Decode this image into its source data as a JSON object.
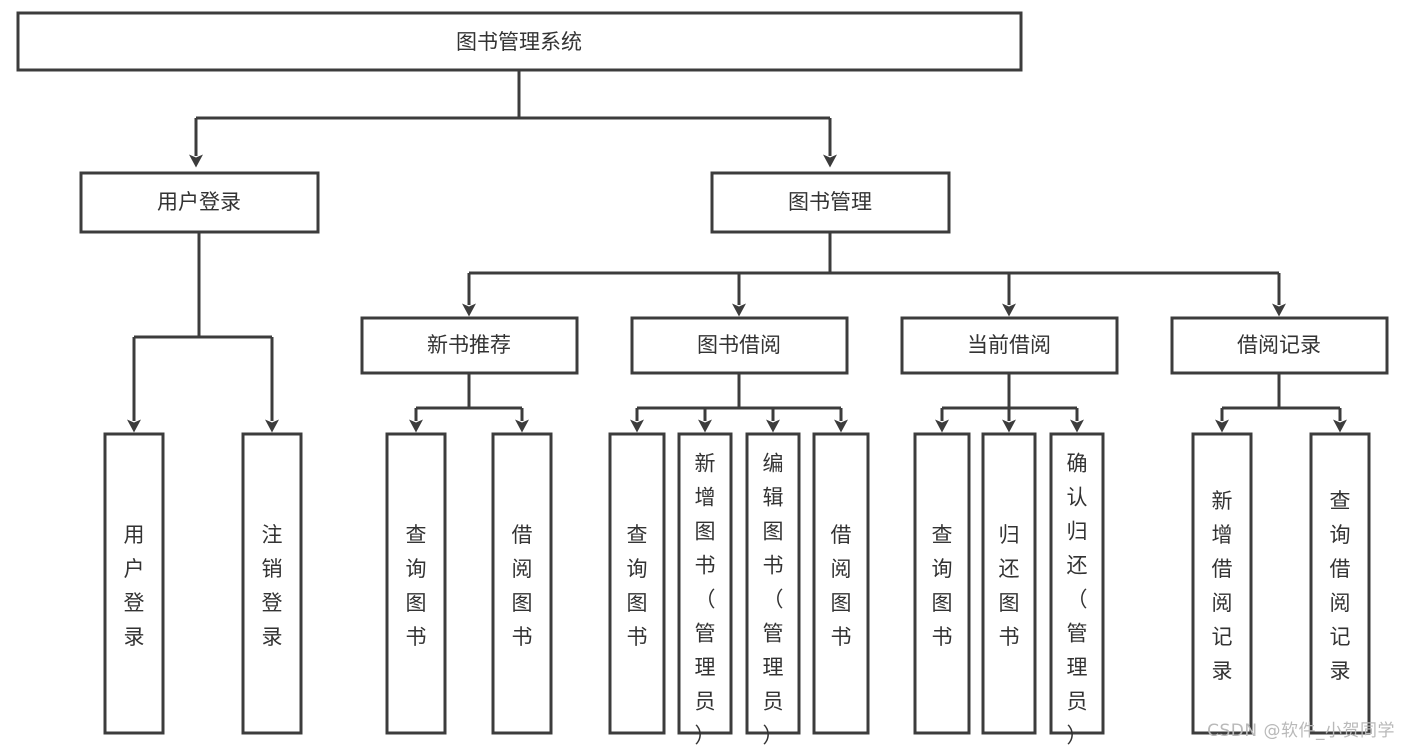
{
  "diagram": {
    "title": "图书管理系统",
    "type": "tree-hierarchy",
    "background_color": "#ffffff",
    "border_color": "#3c3c3c",
    "text_color": "#333333",
    "root": {
      "label": "图书管理系统"
    },
    "level2": [
      {
        "label": "用户登录"
      },
      {
        "label": "图书管理"
      }
    ],
    "level3": [
      {
        "label": "新书推荐"
      },
      {
        "label": "图书借阅"
      },
      {
        "label": "当前借阅"
      },
      {
        "label": "借阅记录"
      }
    ],
    "leaves": {
      "user_login": [
        {
          "label": "用户登录"
        },
        {
          "label": "注销登录"
        }
      ],
      "new_book_recommend": [
        {
          "label": "查询图书"
        },
        {
          "label": "借阅图书"
        }
      ],
      "book_borrow": [
        {
          "label": "查询图书"
        },
        {
          "label": "新增图书（管理员）"
        },
        {
          "label": "编辑图书（管理员）"
        },
        {
          "label": "借阅图书"
        }
      ],
      "current_borrow": [
        {
          "label": "查询图书"
        },
        {
          "label": "归还图书"
        },
        {
          "label": "确认归还（管理员）"
        }
      ],
      "borrow_record": [
        {
          "label": "新增借阅记录"
        },
        {
          "label": "查询借阅记录"
        }
      ]
    }
  },
  "watermark": {
    "text": "CSDN @软件_小贺同学"
  }
}
